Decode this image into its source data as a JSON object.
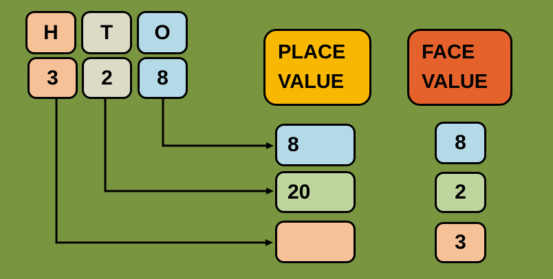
{
  "colors": {
    "background": "#7A9540",
    "peach": "#F7C197",
    "tan": "#DDDBC6",
    "blue": "#B5DAE7",
    "green": "#BED59E",
    "gold": "#F8B700",
    "orange": "#E5622C",
    "line": "#000000",
    "text": "#000000"
  },
  "digit_grid": {
    "headers": [
      "H",
      "T",
      "O"
    ],
    "digits": [
      "3",
      "2",
      "8"
    ]
  },
  "place_value": {
    "title_lines": [
      "PLACE",
      "VALUE"
    ],
    "items": [
      "8",
      "20",
      ""
    ]
  },
  "face_value": {
    "title_lines": [
      "FACE",
      "VALUE"
    ],
    "items": [
      "8",
      "2",
      "3"
    ]
  }
}
